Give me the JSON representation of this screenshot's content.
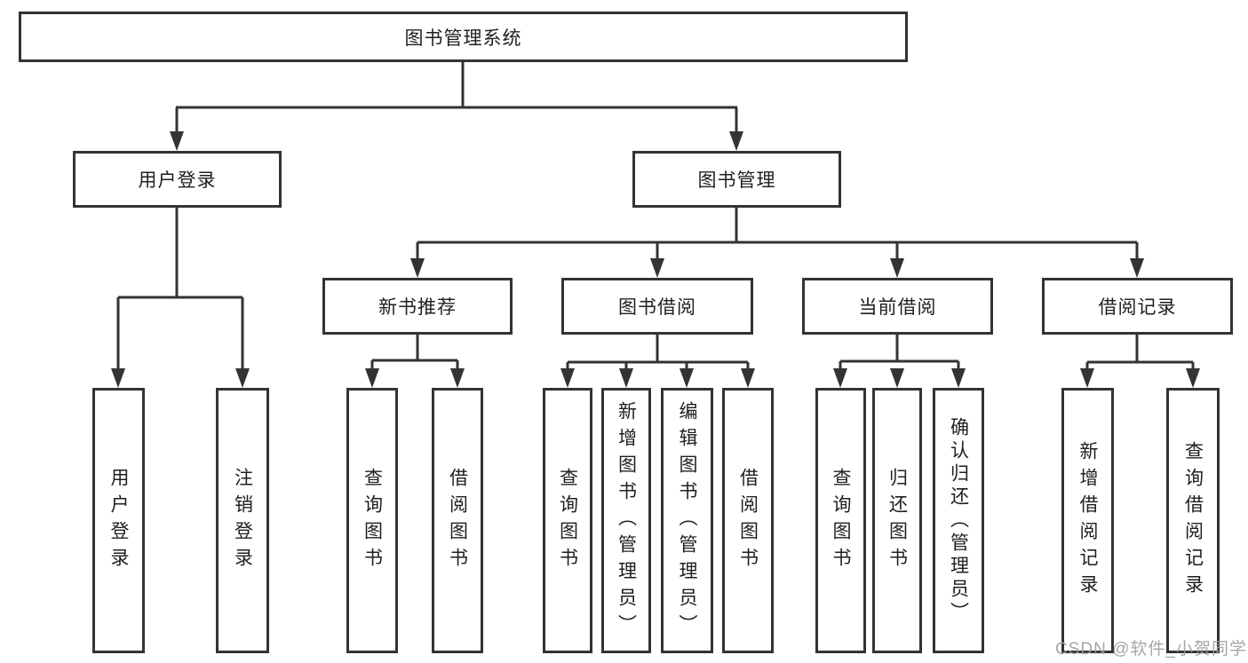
{
  "tree": {
    "root": {
      "label": "图书管理系统"
    },
    "user_login": {
      "label": "用户登录",
      "children": [
        {
          "label": "用户登录"
        },
        {
          "label": "注销登录"
        }
      ]
    },
    "book_management": {
      "label": "图书管理",
      "children": [
        {
          "label": "新书推荐",
          "children": [
            {
              "label": "查询图书"
            },
            {
              "label": "借阅图书"
            }
          ]
        },
        {
          "label": "图书借阅",
          "children": [
            {
              "label": "查询图书"
            },
            {
              "label": "新增图书（管理员）"
            },
            {
              "label": "编辑图书（管理员）"
            },
            {
              "label": "借阅图书"
            }
          ]
        },
        {
          "label": "当前借阅",
          "children": [
            {
              "label": "查询图书"
            },
            {
              "label": "归还图书"
            },
            {
              "label": "确认归还（管理员）"
            }
          ]
        },
        {
          "label": "借阅记录",
          "children": [
            {
              "label": "新增借阅记录"
            },
            {
              "label": "查询借阅记录"
            }
          ]
        }
      ]
    }
  },
  "watermark": "CSDN @软件_小贺同学",
  "colors": {
    "line": "#333333",
    "text": "#1f1f1f",
    "watermark": "#9e9e9e",
    "background": "#ffffff"
  }
}
